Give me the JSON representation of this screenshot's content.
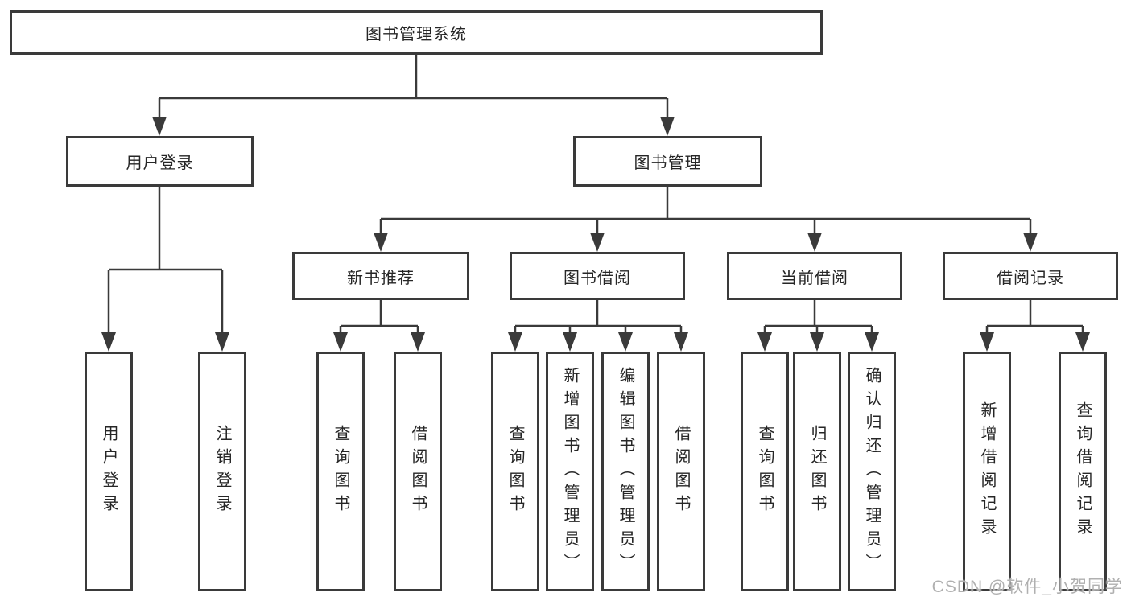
{
  "tree": {
    "label": "图书管理系统",
    "children": [
      {
        "label": "用户登录",
        "children": [
          {
            "label": "用户登录"
          },
          {
            "label": "注销登录"
          }
        ]
      },
      {
        "label": "图书管理",
        "children": [
          {
            "label": "新书推荐",
            "children": [
              {
                "label": "查询图书"
              },
              {
                "label": "借阅图书"
              }
            ]
          },
          {
            "label": "图书借阅",
            "children": [
              {
                "label": "查询图书"
              },
              {
                "label": "新增图书（管理员）"
              },
              {
                "label": "编辑图书（管理员）"
              },
              {
                "label": "借阅图书"
              }
            ]
          },
          {
            "label": "当前借阅",
            "children": [
              {
                "label": "查询图书"
              },
              {
                "label": "归还图书"
              },
              {
                "label": "确认归还（管理员）"
              }
            ]
          },
          {
            "label": "借阅记录",
            "children": [
              {
                "label": "新增借阅记录"
              },
              {
                "label": "查询借阅记录"
              }
            ]
          }
        ]
      }
    ]
  },
  "watermark": "CSDN @软件_小贺同学",
  "colors": {
    "line": "#3a3a3a",
    "box_border": "#3a3a3a",
    "box_background": "#ffffff",
    "text": "#262626",
    "watermark": "#b0b0b0",
    "page_background": "#ffffff"
  }
}
